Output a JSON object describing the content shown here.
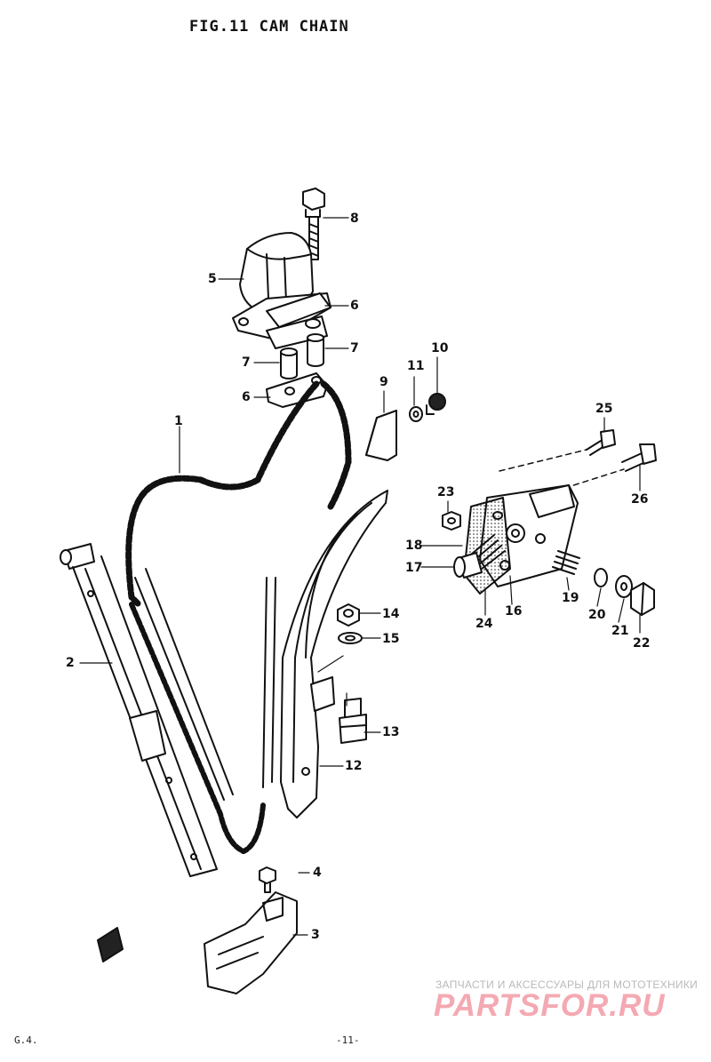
{
  "figure": {
    "title": "FIG.11  CAM CHAIN"
  },
  "callouts": [
    {
      "id": "p1",
      "label": "1"
    },
    {
      "id": "p2",
      "label": "2"
    },
    {
      "id": "p3",
      "label": "3"
    },
    {
      "id": "p4",
      "label": "4"
    },
    {
      "id": "p5",
      "label": "5"
    },
    {
      "id": "p6a",
      "label": "6"
    },
    {
      "id": "p6b",
      "label": "6"
    },
    {
      "id": "p7a",
      "label": "7"
    },
    {
      "id": "p7b",
      "label": "7"
    },
    {
      "id": "p8",
      "label": "8"
    },
    {
      "id": "p9",
      "label": "9"
    },
    {
      "id": "p10",
      "label": "10"
    },
    {
      "id": "p11",
      "label": "11"
    },
    {
      "id": "p12",
      "label": "12"
    },
    {
      "id": "p13",
      "label": "13"
    },
    {
      "id": "p14",
      "label": "14"
    },
    {
      "id": "p15",
      "label": "15"
    },
    {
      "id": "p16",
      "label": "16"
    },
    {
      "id": "p17",
      "label": "17"
    },
    {
      "id": "p18",
      "label": "18"
    },
    {
      "id": "p19",
      "label": "19"
    },
    {
      "id": "p20",
      "label": "20"
    },
    {
      "id": "p21",
      "label": "21"
    },
    {
      "id": "p22",
      "label": "22"
    },
    {
      "id": "p23",
      "label": "23"
    },
    {
      "id": "p24",
      "label": "24"
    },
    {
      "id": "p25",
      "label": "25"
    },
    {
      "id": "p26",
      "label": "26"
    }
  ],
  "footer": {
    "left": "G.4.",
    "page": "-11-"
  },
  "watermark": {
    "tagline": "ЗАПЧАСТИ И АКСЕССУАРЫ ДЛЯ МОТОТЕХНИКИ",
    "logo": "PARTSFOR.RU"
  },
  "colors": {
    "ink": "#111111",
    "watermark_logo": "#f4a9b2",
    "watermark_text": "#b9b9b9"
  }
}
